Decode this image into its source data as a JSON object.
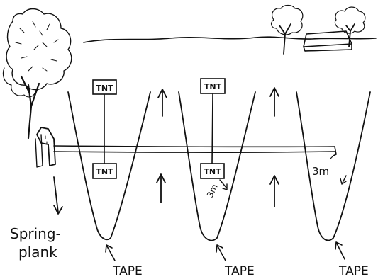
{
  "box_label": "TNT",
  "distance_label": "3m",
  "springplank": {
    "line1": "Spring-",
    "line2": "plank"
  },
  "tape_label": "TAPE",
  "colors": {
    "ink": "#111111",
    "paper": "#ffffff"
  }
}
